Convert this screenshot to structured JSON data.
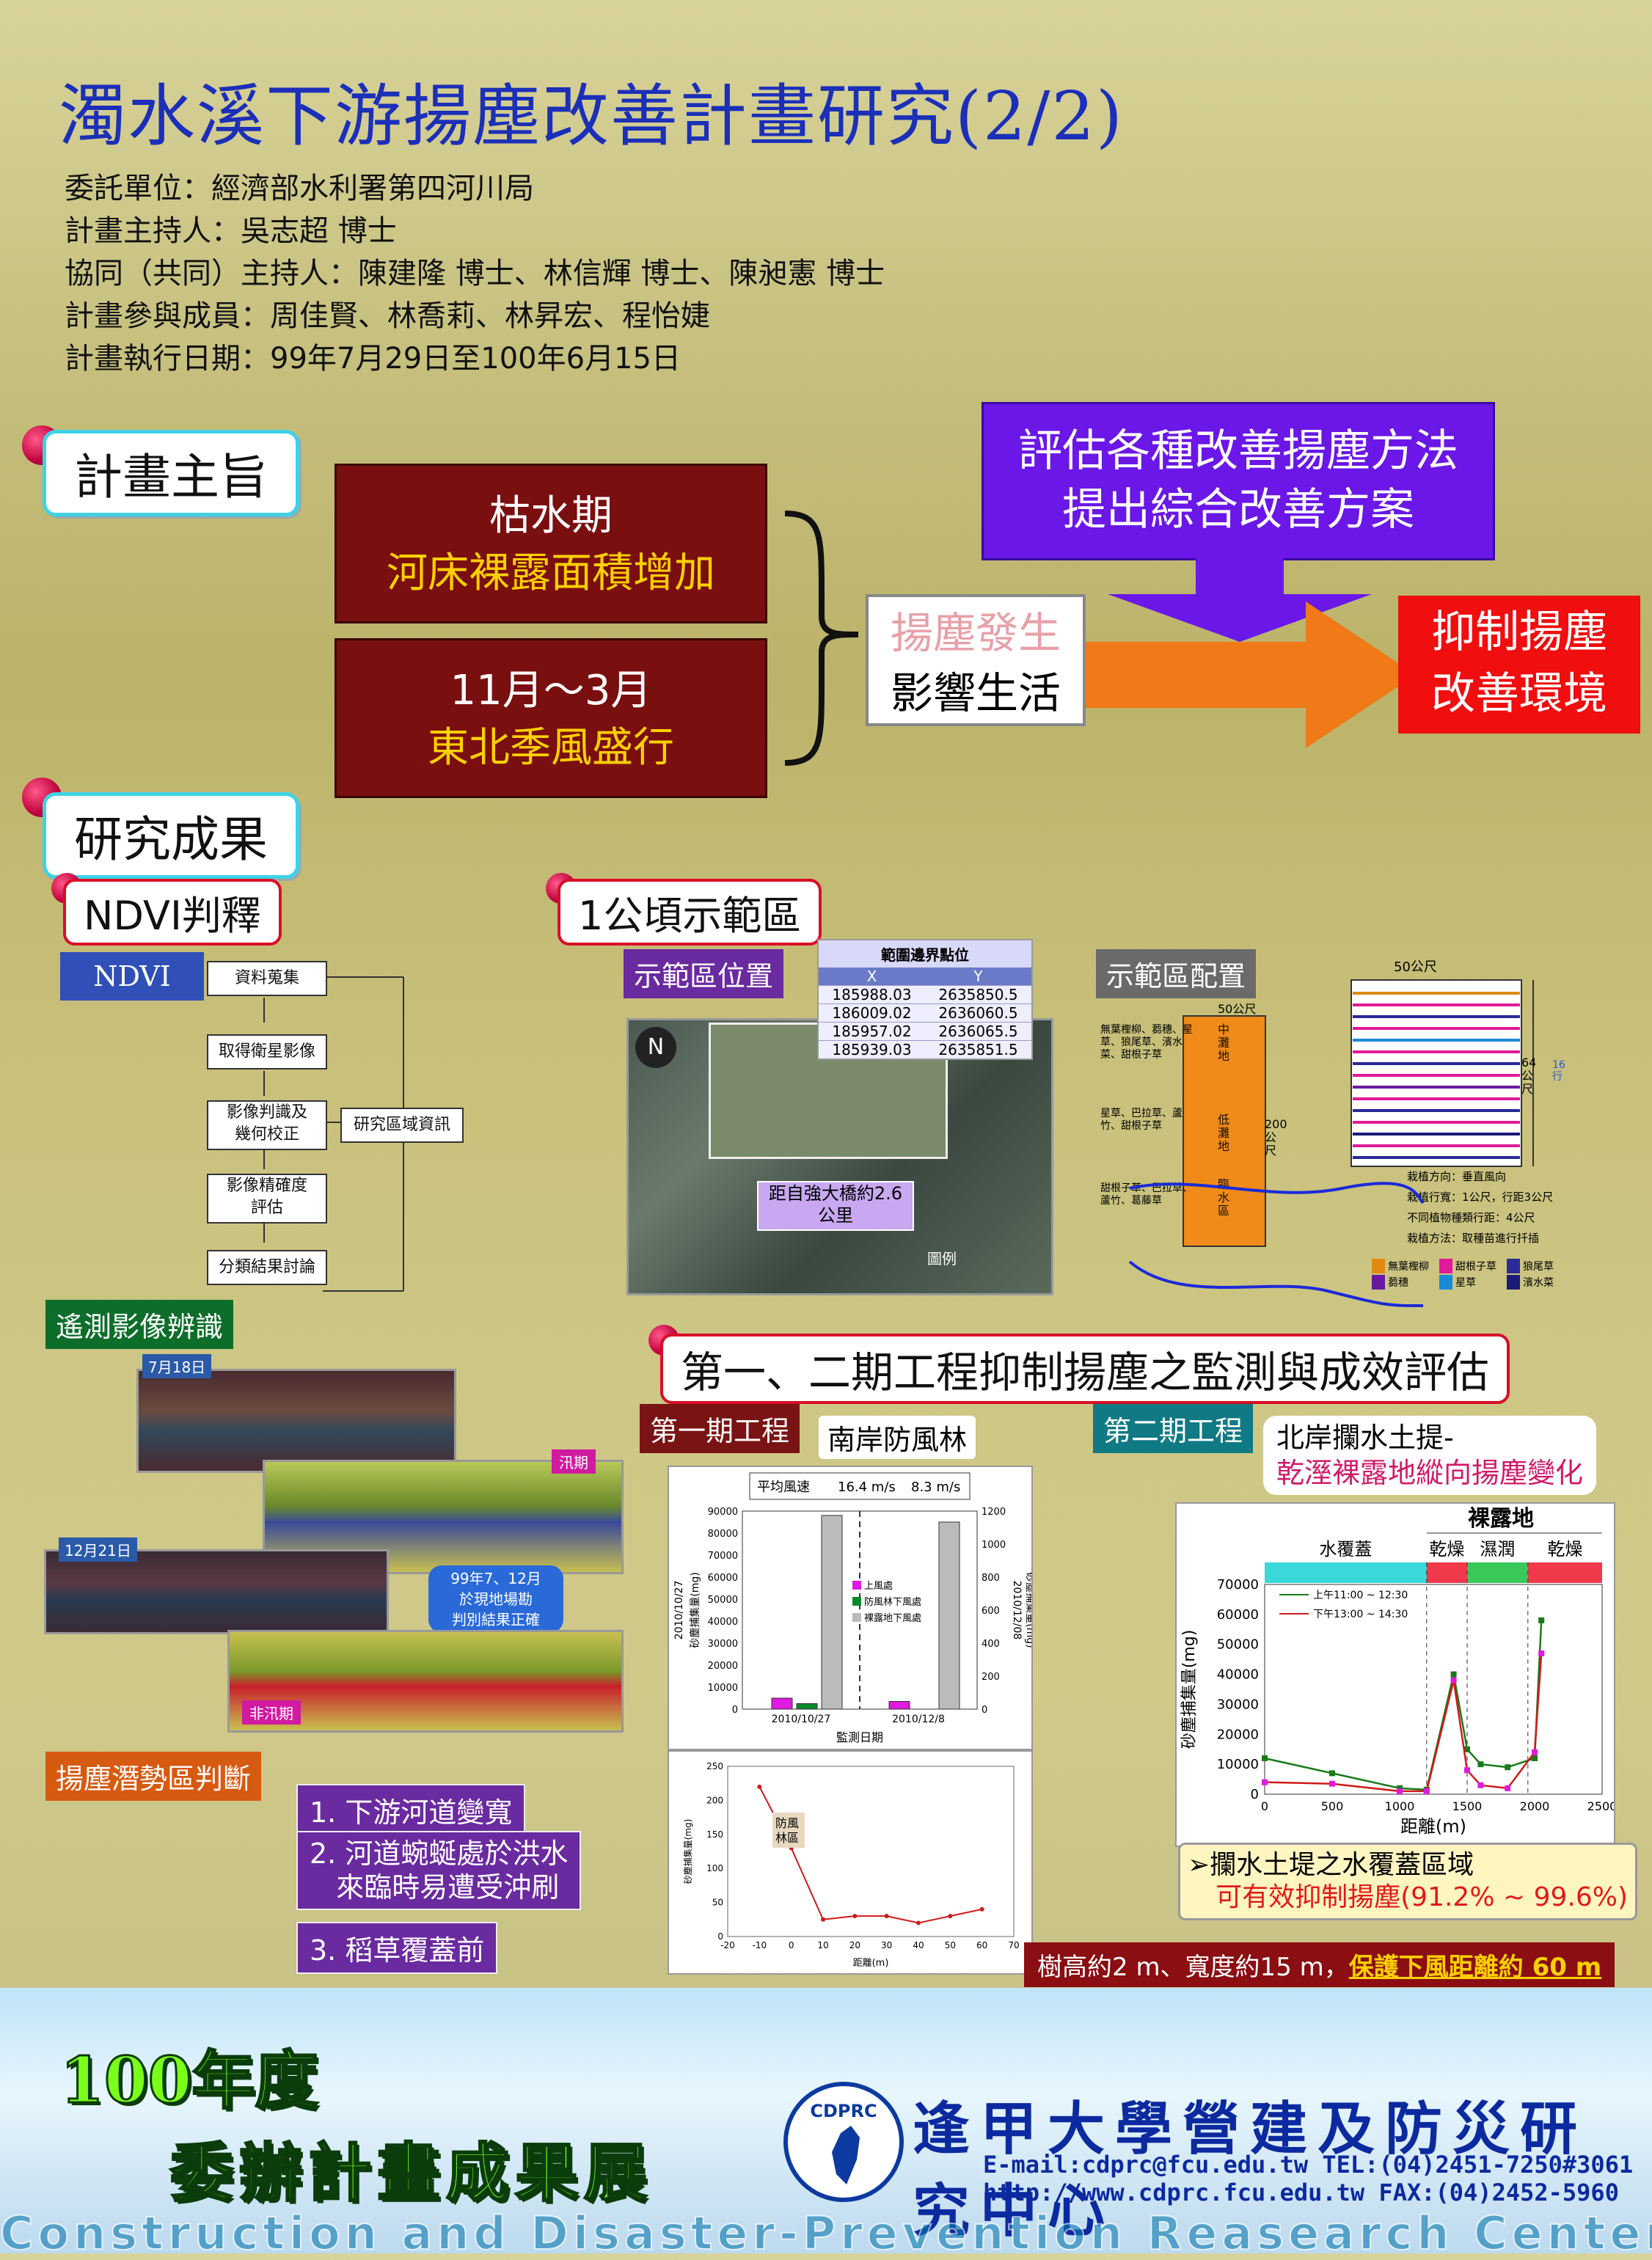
{
  "title": "濁水溪下游揚塵改善計畫研究(2/2)",
  "credits": [
    "委託單位：經濟部水利署第四河川局",
    "計畫主持人：吳志超 博士",
    "協同（共同）主持人：陳建隆 博士、林信輝 博士、陳昶憲 博士",
    "計畫參與成員：周佳賢、林喬莉、林昇宏、程怡婕",
    "計畫執行日期：99年7月29日至100年6月15日"
  ],
  "purpose": {
    "heading": "計畫主旨",
    "box1_line1": "枯水期",
    "box1_line2": "河床裸露面積增加",
    "box2_line1": "11月～3月",
    "box2_line2": "東北季風盛行",
    "center_line1": "揚塵發生",
    "center_line2": "影響生活",
    "top_line1": "評估各種改善揚塵方法",
    "top_line2": "提出綜合改善方案",
    "result_line1": "抑制揚塵",
    "result_line2": "改善環境"
  },
  "results": {
    "heading": "研究成果",
    "ndvi": {
      "heading": "NDVI判釋",
      "label": "NDVI",
      "steps": [
        "資料蒐集",
        "取得衛星影像",
        "影像判識及\n幾何校正",
        "影像精確度\n評估",
        "分類結果討論"
      ],
      "side_step": "研究區域資訊",
      "remote_label": "遙測影像辨識",
      "date1": "7月18日",
      "date2": "12月21日",
      "flood": "汛期",
      "nonflood": "非汛期",
      "callout": "99年7、12月\n於現地場勘\n判別結果正確",
      "potential_label": "揚塵潛勢區判斷",
      "reasons": [
        "1. 下游河道變寬",
        "2. 河道蜿蜒處於洪水\n   來臨時易遭受沖刷",
        "3. 稻草覆蓋前"
      ]
    },
    "demo": {
      "heading": "1公頃示範區",
      "location_label": "示範區位置",
      "table_title": "範圍邊界點位",
      "table_cols": [
        "X",
        "Y"
      ],
      "table_rows": [
        [
          "185988.03",
          "2635850.5"
        ],
        [
          "186009.02",
          "2636060.5"
        ],
        [
          "185957.02",
          "2636065.5"
        ],
        [
          "185939.03",
          "2635851.5"
        ]
      ],
      "distance": "距自強大橋約2.6\n公里",
      "legend": "圖例",
      "config_label": "示範區配置",
      "dim_top": "50公尺",
      "dim_small": "50公尺",
      "dim_side": "64\n公\n尺",
      "dim_16": "16\n行",
      "dim_200": "200\n公\n尺",
      "zone1": "中\n灘\n地",
      "zone2": "低\n灘\n地",
      "zone3": "臨\n水\n區",
      "plants1": "無葉檉柳、蒭穗、星\n草、狼尾草、濱水\n菜、甜根子草",
      "plants2": "星草、巴拉草、蘆\n竹、甜根子草",
      "plants3": "甜根子草、巴拉草、\n蘆竹、葛藤草",
      "notes": [
        "栽植方向：垂直風向",
        "栽植行寬：1公尺，行距3公尺",
        "不同植物種類行距：4公尺",
        "栽植方法：取種苗進行扦插"
      ],
      "legend_items": [
        "無葉檉柳",
        "蒭穗",
        "甜根子草",
        "星草",
        "狼尾草",
        "濱水菜"
      ]
    },
    "monitor": {
      "heading": "第一、二期工程抑制揚塵之監測與成效評估",
      "phase1": "第一期工程",
      "phase1_sub": "南岸防風林",
      "phase2": "第二期工程",
      "phase2_sub1": "北岸攔水土提-",
      "phase2_sub2": "乾溼裸露地縱向揚塵變化",
      "conclusion1": "➢攔水土堤之水覆蓋區域",
      "conclusion2": "可有效抑制揚塵(91.2% ~ 99.6%)",
      "tree_note": "樹高約2 m、寬度約15 m，",
      "tree_note_y": "保護下風距離約  60 m"
    }
  },
  "chart_data": [
    {
      "type": "bar",
      "title": "",
      "header_label": "平均風速",
      "header_values": [
        "16.4 m/s",
        "8.3 m/s"
      ],
      "categories": [
        "2010/10/27",
        "2010/12/8"
      ],
      "series": [
        {
          "name": "上風處",
          "values": [
            5000,
            3500
          ]
        },
        {
          "name": "防風林下風處",
          "values": [
            2500,
            null
          ]
        },
        {
          "name": "裸露地下風處",
          "values": [
            88000,
            85000
          ]
        }
      ],
      "xlabel": "監測日期",
      "ylabel": "砂塵捕集量(mg)",
      "y2label": "砂塵捕集量(mg)",
      "side_left": "2010/10/27",
      "side_right": "2010/12/08",
      "ylim": [
        0,
        90000
      ],
      "y2lim": [
        0,
        1200
      ],
      "yticks": [
        0,
        10000,
        20000,
        30000,
        40000,
        50000,
        60000,
        70000,
        80000,
        90000
      ],
      "y2ticks": [
        0,
        200,
        400,
        600,
        800,
        1000,
        1200
      ]
    },
    {
      "type": "line",
      "x": [
        -10,
        0,
        10,
        20,
        30,
        40,
        50,
        60
      ],
      "series": [
        {
          "values": [
            220,
            130,
            25,
            30,
            30,
            20,
            30,
            40
          ]
        }
      ],
      "xlabel": "距離(m)",
      "ylabel": "砂塵捕集量(mg)",
      "annotation": "防風\n林區",
      "xlim": [
        -20,
        70
      ],
      "ylim": [
        0,
        250
      ],
      "xticks": [
        -20,
        -10,
        0,
        10,
        20,
        30,
        40,
        50,
        60,
        70
      ],
      "yticks": [
        0,
        50,
        100,
        150,
        200,
        250
      ]
    },
    {
      "type": "line",
      "x": [
        0,
        500,
        1000,
        1200,
        1400,
        1500,
        1600,
        1800,
        2000,
        2050
      ],
      "series": [
        {
          "name": "上午11:00 ~ 12:30",
          "values": [
            12000,
            7000,
            2000,
            1500,
            40000,
            15000,
            10000,
            9000,
            12000,
            58000
          ]
        },
        {
          "name": "下午13:00 ~ 14:30",
          "values": [
            4000,
            3500,
            1000,
            1000,
            38000,
            8000,
            3000,
            2000,
            14000,
            47000
          ]
        }
      ],
      "xlabel": "距離(m)",
      "ylabel": "砂塵捕集量(mg)",
      "zones_top": "裸露地",
      "zones": [
        "水覆蓋",
        "乾燥",
        "濕潤",
        "乾燥"
      ],
      "xlim": [
        0,
        2500
      ],
      "ylim": [
        0,
        70000
      ],
      "xticks": [
        0,
        500,
        1000,
        1500,
        2000,
        2500
      ],
      "yticks": [
        0,
        10000,
        20000,
        30000,
        40000,
        50000,
        60000,
        70000
      ]
    }
  ],
  "footer": {
    "year": "100年度",
    "exhibit": "委辦計畫成果展",
    "logo": "CDPRC",
    "org": "逢甲大學營建及防災研究中心",
    "email": "E-mail:cdprc@fcu.edu.tw   TEL:(04)2451-7250#3061",
    "web": "http://www.cdprc.fcu.edu.tw       FAX:(04)2452-5960",
    "watermark": "Construction and Disaster-Prevention Reasearch Center"
  }
}
